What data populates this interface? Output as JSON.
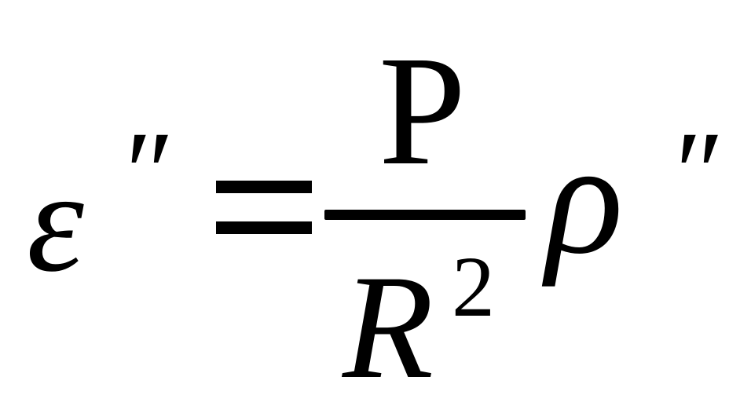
{
  "formula": {
    "lhs": {
      "symbol": "ε",
      "prime": "″"
    },
    "equals": "=",
    "fraction": {
      "numerator": "P",
      "denominator": {
        "base": "R",
        "exponent": "2"
      }
    },
    "rhs": {
      "symbol": "ρ",
      "prime": "″"
    },
    "text_color": "#000000",
    "background_color": "#ffffff"
  }
}
